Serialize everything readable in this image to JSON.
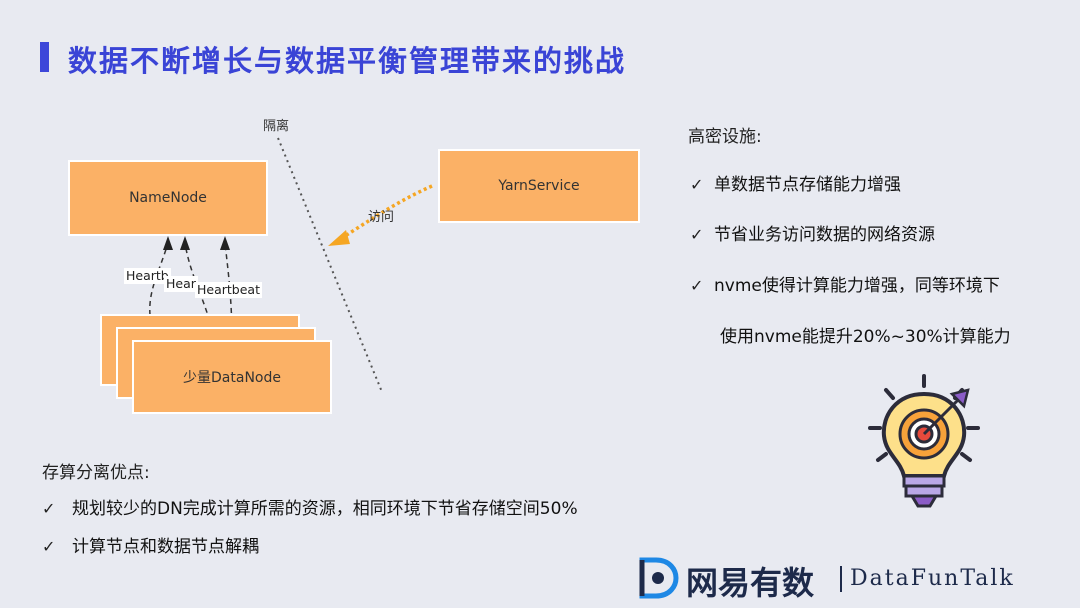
{
  "title": "数据不断增长与数据平衡管理带来的挑战",
  "diagram": {
    "namenode": "NameNode",
    "yarnservice": "YarnService",
    "datanode": "少量DataNode",
    "isolation_label": "隔离",
    "access_label": "访问",
    "heartbeat_labels": [
      "Heartb",
      "Hear",
      "Heartbeat"
    ]
  },
  "right_panel": {
    "heading": "高密设施:",
    "items": [
      "单数据节点存储能力增强",
      "节省业务访问数据的网络资源",
      "nvme使得计算能力增强，同等环境下",
      "使用nvme能提升20%~30%计算能力"
    ]
  },
  "bottom_panel": {
    "heading": "存算分离优点:",
    "items": [
      "规划较少的DN完成计算所需的资源，相同环境下节省存储空间50%",
      "计算节点和数据节点解耦"
    ]
  },
  "logo": {
    "cn": "网易有数",
    "en": "DataFunTalk"
  },
  "colors": {
    "title": "#3a44d6",
    "box": "#fbb166",
    "arrow": "#f5a623",
    "background": "#e8eaf1"
  },
  "icons": [
    "check-icon",
    "lightbulb-target-icon",
    "netease-d-logo-icon"
  ]
}
